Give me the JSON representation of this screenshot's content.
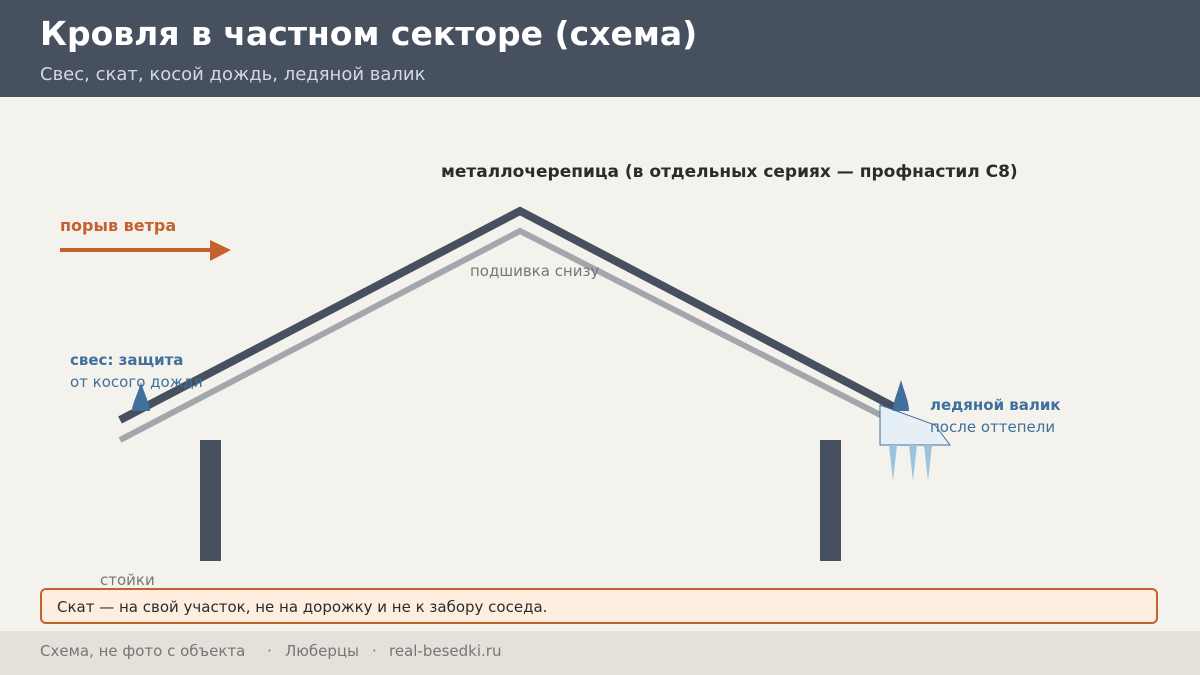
{
  "header": {
    "title": "Кровля в частном секторе (схема)",
    "subtitle": "Свес, скат, косой дождь, ледяной валик"
  },
  "diagram": {
    "roof_label": "металлочерепица (в отдельных сериях — профнастил С8)",
    "soffit_label": "подшивка снизу",
    "wind_label": "порыв ветра",
    "overhang_title": "свес: защита",
    "overhang_text": "от косого дождя",
    "ice_title": "ледяной валик",
    "ice_text": "после оттепели",
    "posts_label": "стойки"
  },
  "callout": {
    "text": "Скат — на свой участок, не на дорожку и не к забору соседа."
  },
  "footer": {
    "note": "Схема, не фото с объекта",
    "separator_1": "·",
    "city": "Люберцы",
    "separator_2": "·",
    "site": "real-besedki.ru"
  },
  "colors": {
    "header_bg": "#46505e",
    "roof": "#46505e",
    "soffit": "#a3a6ab",
    "wind_accent": "#c3622e",
    "label_blue": "#3f6f9c",
    "ice_fill": "#e6eef6",
    "icicle": "#9cc3de",
    "callout_bg": "#fdeee0",
    "footer_bg": "#e5e1da"
  }
}
